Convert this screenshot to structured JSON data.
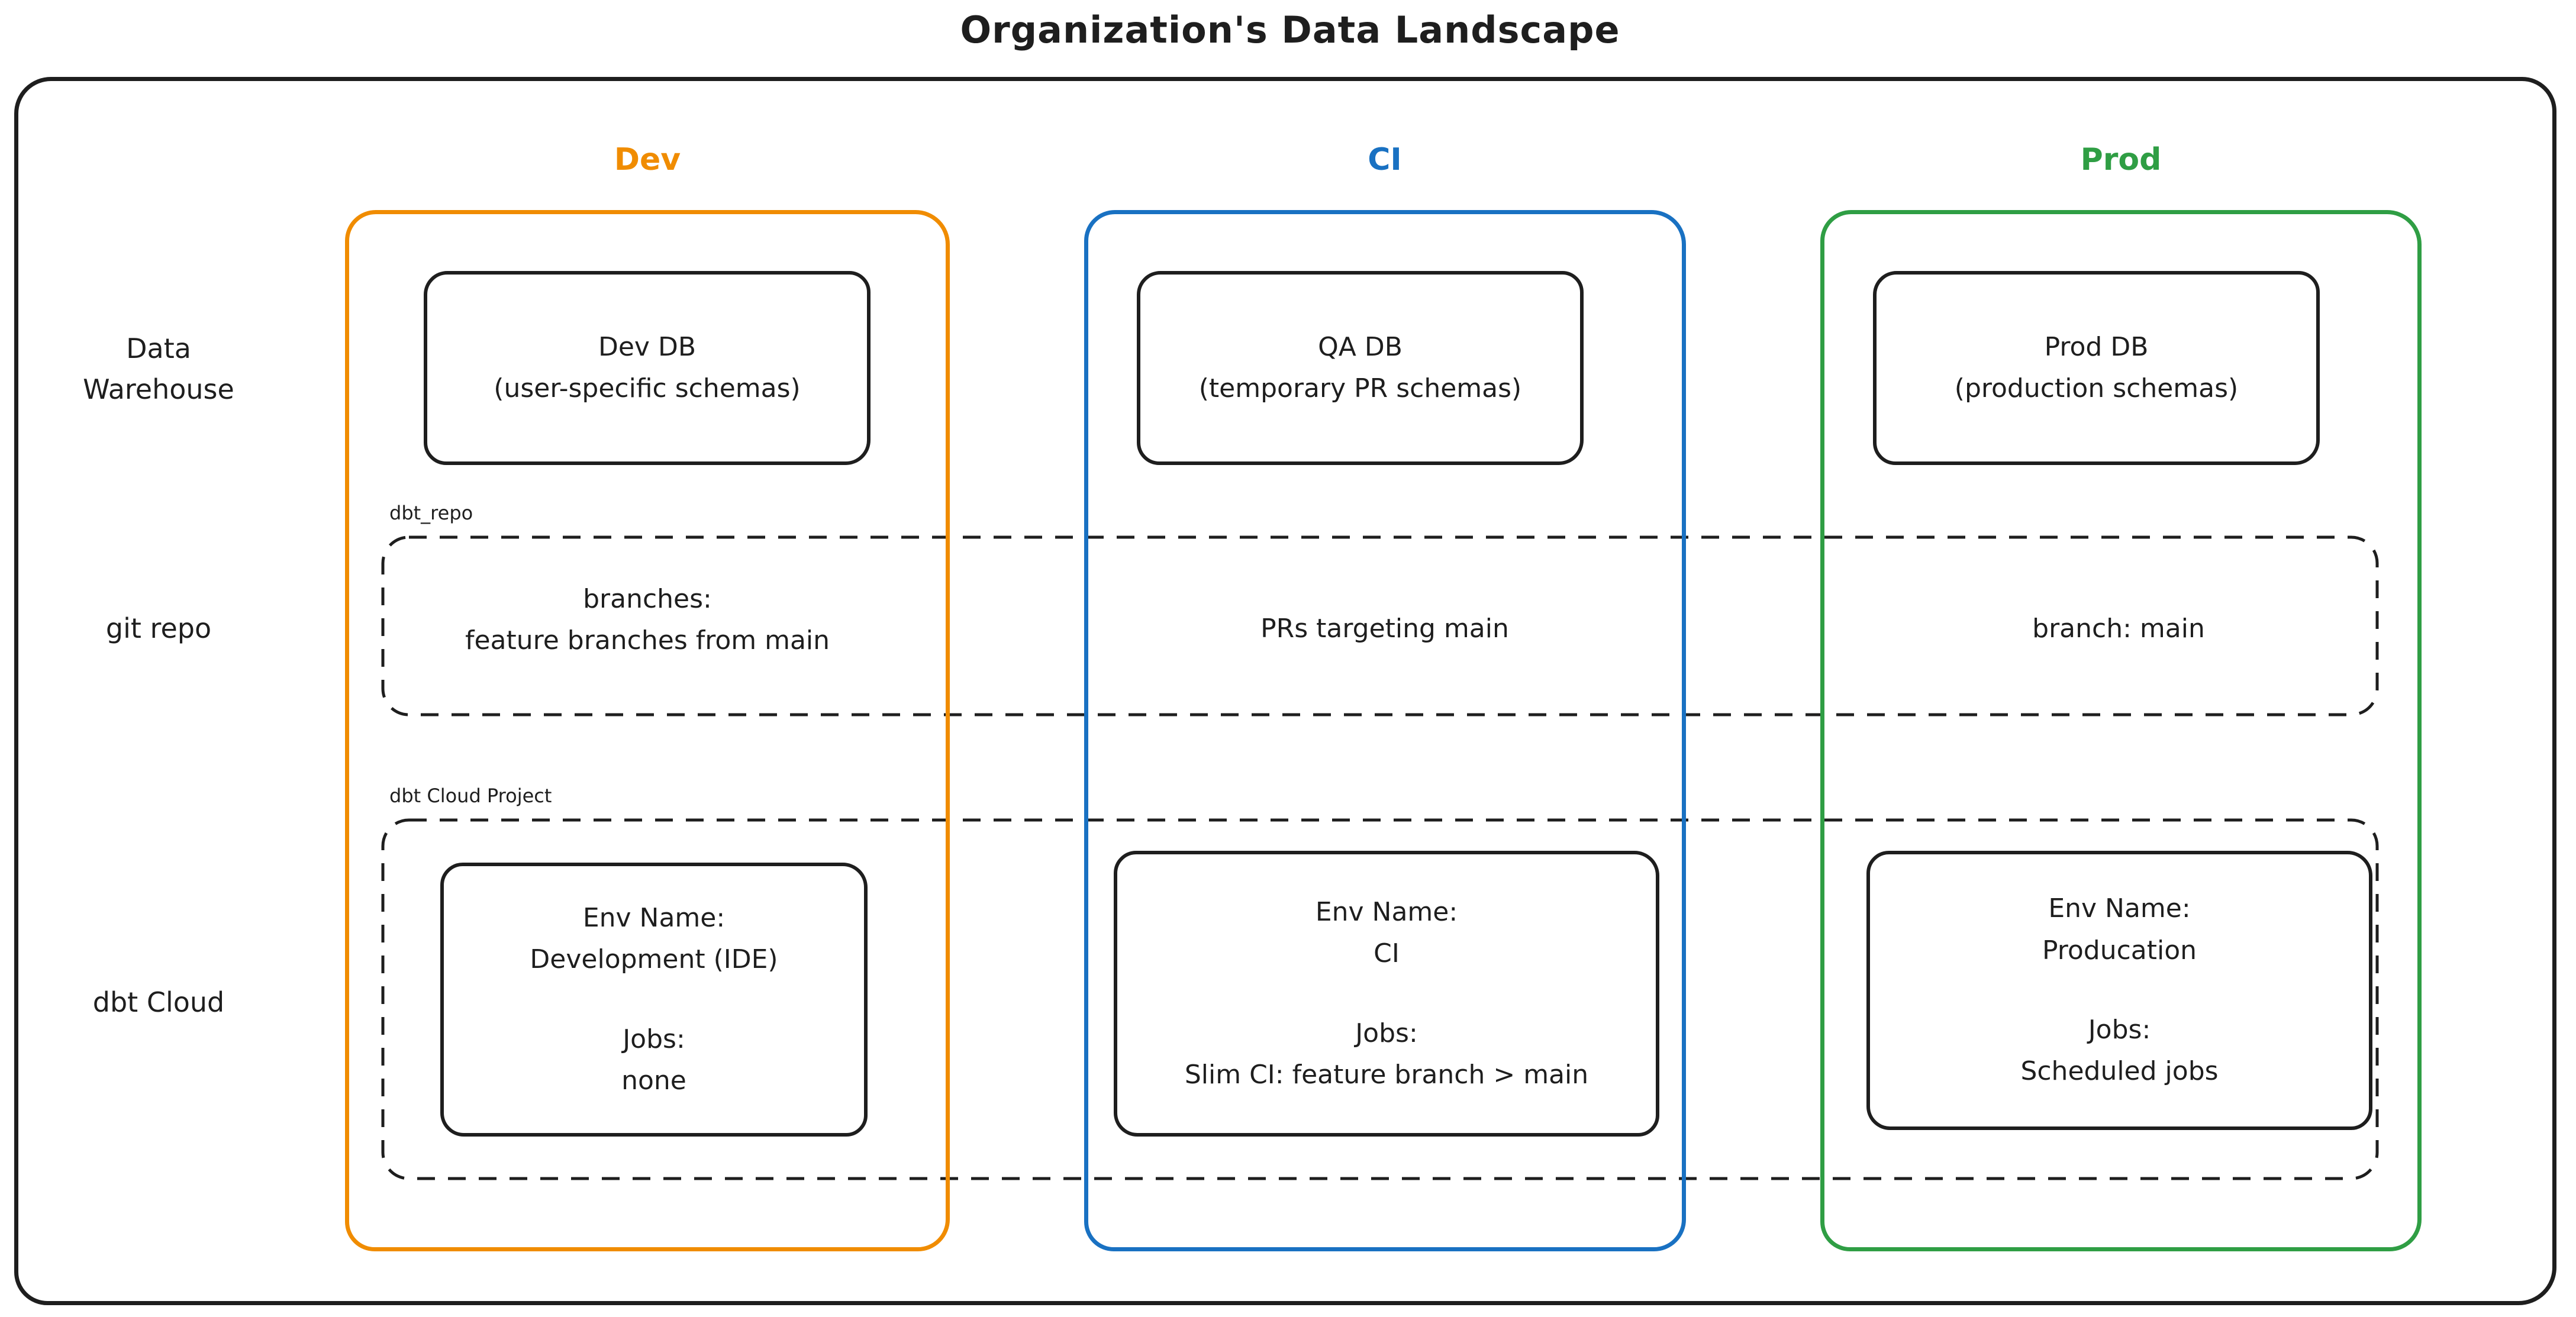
{
  "title": "Organization's Data Landscape",
  "colors": {
    "dev": "#f08c00",
    "ci": "#1971c2",
    "prod": "#2f9e44",
    "stroke": "#1e1e1e"
  },
  "row_labels": {
    "data_warehouse": "Data\nWarehouse",
    "git_repo": "git repo",
    "dbt_cloud": "dbt Cloud"
  },
  "columns": [
    {
      "header": "Dev"
    },
    {
      "header": "CI"
    },
    {
      "header": "Prod"
    }
  ],
  "warehouse_boxes": [
    {
      "title": "Dev DB",
      "subtitle": "(user-specific schemas)"
    },
    {
      "title": "QA DB",
      "subtitle": "(temporary PR schemas)"
    },
    {
      "title": "Prod DB",
      "subtitle": "(production schemas)"
    }
  ],
  "git_band": {
    "label": "dbt_repo",
    "dev": "branches:\nfeature branches from main",
    "ci": "PRs targeting main",
    "prod": "branch: main"
  },
  "dbt_band": {
    "label": "dbt Cloud Project",
    "environments": [
      {
        "env_label": "Env Name:",
        "env_name": "Development (IDE)",
        "jobs_label": "Jobs:",
        "jobs": "none"
      },
      {
        "env_label": "Env Name:",
        "env_name": "CI",
        "jobs_label": "Jobs:",
        "jobs": "Slim CI: feature branch > main"
      },
      {
        "env_label": "Env Name:",
        "env_name": "Producation",
        "jobs_label": "Jobs:",
        "jobs": "Scheduled jobs"
      }
    ]
  }
}
